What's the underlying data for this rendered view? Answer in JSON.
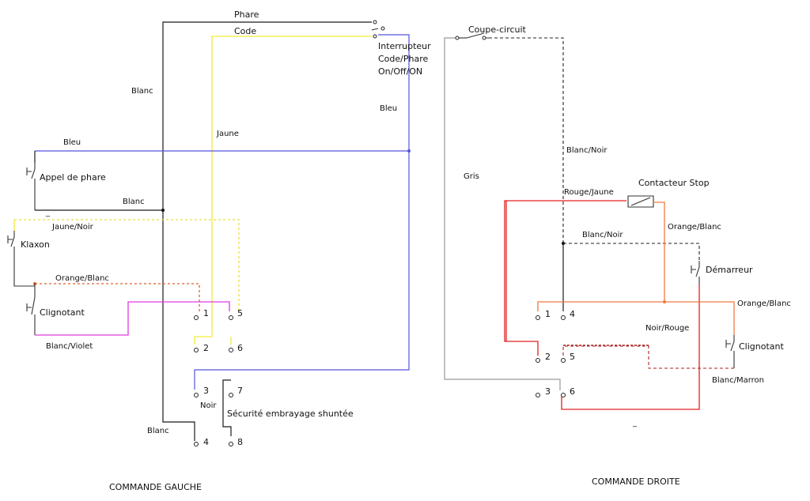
{
  "left": {
    "title": "COMMANDE GAUCHE",
    "wire_labels": {
      "phare": "Phare",
      "code": "Code",
      "blanc_top": "Blanc",
      "jaune": "Jaune",
      "bleu_top": "Bleu",
      "bleu_h": "Bleu",
      "blanc_mid": "Blanc",
      "jaune_noir": "Jaune/Noir",
      "orange_blanc": "Orange/Blanc",
      "blanc_violet": "Blanc/Violet",
      "noir": "Noir",
      "blanc_bottom": "Blanc"
    },
    "switch_interrupteur": [
      "Interrupteur",
      "Code/Phare",
      "On/Off/ON"
    ],
    "appel_phare": "Appel de phare",
    "klaxon": "Klaxon",
    "clignotant": "Clignotant",
    "securite": "Sécurité embrayage shuntée",
    "terminals": [
      "1",
      "2",
      "3",
      "4",
      "5",
      "6",
      "7",
      "8"
    ],
    "dash": "_"
  },
  "right": {
    "title": "COMMANDE DROITE",
    "coupe_circuit": "Coupe-circuit",
    "contacteur_stop": "Contacteur Stop",
    "demarreur": "Démarreur",
    "clignotant": "Clignotant",
    "wire_labels": {
      "blanc_noir_top": "Blanc/Noir",
      "gris": "Gris",
      "rouge_jaune": "Rouge/Jaune",
      "blanc_noir_mid": "Blanc/Noir",
      "orange_blanc_top": "Orange/Blanc",
      "orange_blanc_right": "Orange/Blanc",
      "noir_rouge": "Noir/Rouge",
      "blanc_marron": "Blanc/Marron"
    },
    "terminals": [
      "1",
      "2",
      "3",
      "4",
      "5",
      "6"
    ],
    "dash": "_"
  }
}
